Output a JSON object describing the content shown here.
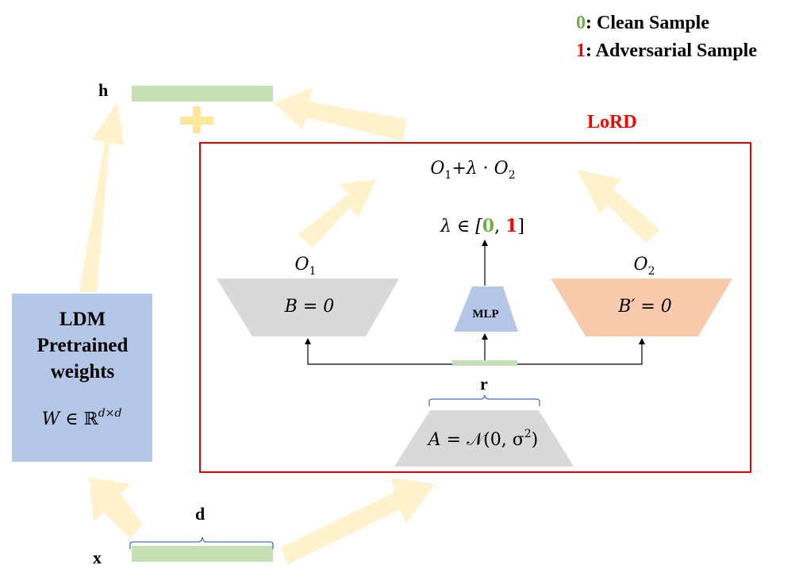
{
  "legend": {
    "clean_key": "0",
    "clean_label": ": Clean Sample",
    "adv_key": "1",
    "adv_label": ": Adversarial Sample"
  },
  "labels": {
    "h": "h",
    "x": "x",
    "d": "d",
    "r": "r",
    "lord": "LoRD"
  },
  "ldm_box": {
    "line1": "LDM",
    "line2": "Pretrained",
    "line3": "weights",
    "weight_var": "W",
    "weight_rel": " ∈ ℝ",
    "weight_sup": "d×d"
  },
  "lord_module": {
    "output_formula_a": "O",
    "output_formula_a_sub": "1",
    "output_formula_mid": "+λ · ",
    "output_formula_b": "O",
    "output_formula_b_sub": "2",
    "lambda_prefix": "λ  ∈ [",
    "lambda_zero": "0",
    "lambda_comma": ", ",
    "lambda_one": "1",
    "lambda_suffix": "]",
    "o1_label": "O",
    "o1_sub": "1",
    "o2_label": "O",
    "o2_sub": "2",
    "b_block": "B = 0",
    "bprime_block": "B′ = 0",
    "mlp_block": "MLP",
    "a_block_prefix": "A = ",
    "a_block_n": "𝒩",
    "a_block_args": "(0, σ",
    "a_block_sup": "2",
    "a_block_close": ")"
  },
  "colors": {
    "green_bar": "#c5e0b4",
    "arrow_fill": "#fff2cc",
    "ldm_fill": "#b4c7e7",
    "grey_block": "#d9d9d9",
    "orange_block": "#f8cbad",
    "mlp_fill": "#b4c7e7",
    "lord_border": "#e00000",
    "lord_text": "#ff0000",
    "green_text": "#70ad47",
    "red_text": "#ff0000",
    "plus_fill": "#ffe699",
    "brace": "#4472c4"
  }
}
